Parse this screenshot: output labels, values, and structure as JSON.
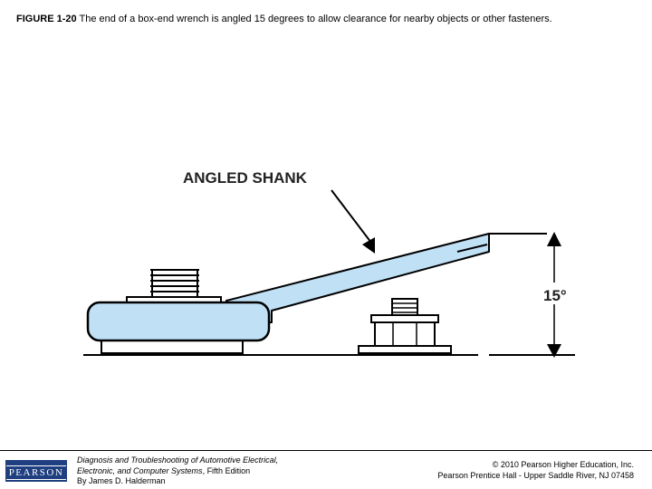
{
  "caption": {
    "figure_label": "FIGURE 1-20",
    "text": " The end of a box-end wrench is angled 15 degrees to allow clearance for nearby objects or other fasteners."
  },
  "diagram": {
    "callout_label": "ANGLED SHANK",
    "angle_label": "15°",
    "colors": {
      "wrench_fill": "#bfe0f5",
      "outline": "#000000",
      "bolt_fill": "#ffffff"
    }
  },
  "footer": {
    "logo_text": "PEARSON",
    "book_title_line1": "Diagnosis and Troubleshooting of Automotive Electrical,",
    "book_title_line2": "Electronic, and Computer Systems",
    "edition": ", Fifth Edition",
    "author": "By James D. Halderman",
    "copyright_line1": "© 2010 Pearson Higher Education, Inc.",
    "copyright_line2": "Pearson Prentice Hall - Upper Saddle River, NJ 07458"
  }
}
